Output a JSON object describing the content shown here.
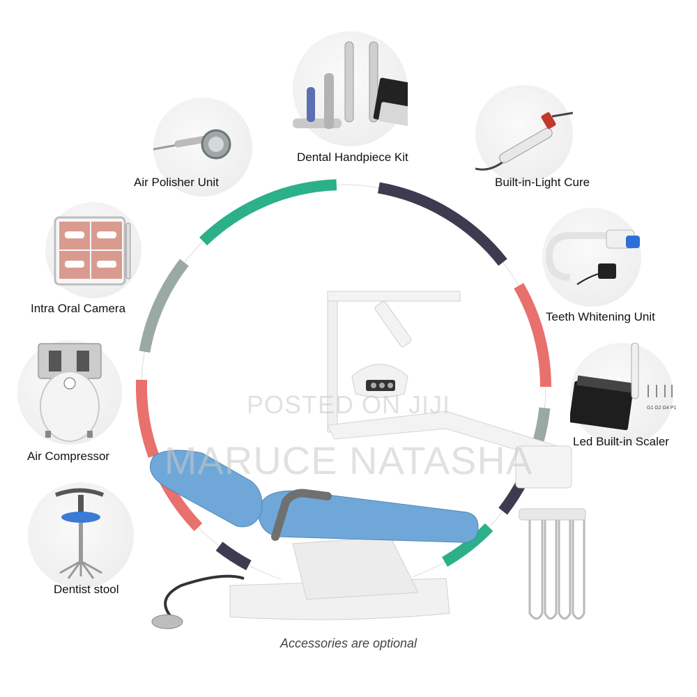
{
  "accessories": [
    {
      "id": "air-polisher",
      "label": "Air Polisher Unit",
      "icon": "air-polisher-icon"
    },
    {
      "id": "handpiece-kit",
      "label": "Dental Handpiece Kit",
      "icon": "handpiece-kit-icon"
    },
    {
      "id": "light-cure",
      "label": "Built-in-Light Cure",
      "icon": "light-cure-icon"
    },
    {
      "id": "intra-oral-camera",
      "label": "Intra Oral Camera",
      "icon": "intra-oral-camera-icon"
    },
    {
      "id": "teeth-whitening",
      "label": "Teeth Whitening Unit",
      "icon": "teeth-whitening-icon"
    },
    {
      "id": "air-compressor",
      "label": "Air Compressor",
      "icon": "air-compressor-icon"
    },
    {
      "id": "led-scaler",
      "label": "Led Built-in Scaler",
      "icon": "led-scaler-icon"
    },
    {
      "id": "dentist-stool",
      "label": "Dentist stool",
      "icon": "dentist-stool-icon"
    }
  ],
  "scaler_tips": [
    "G1",
    "G2",
    "G4",
    "P1"
  ],
  "caption": "Accessories are optional",
  "watermark": {
    "line1": "POSTED ON JIJI",
    "line2": "MARUCE NATASHA"
  },
  "colors": {
    "green": "#2bb08a",
    "navy": "#3d3b4f",
    "coral": "#e8706d",
    "gray": "#9aa9a3",
    "chair_blue": "#6fa8d8"
  }
}
